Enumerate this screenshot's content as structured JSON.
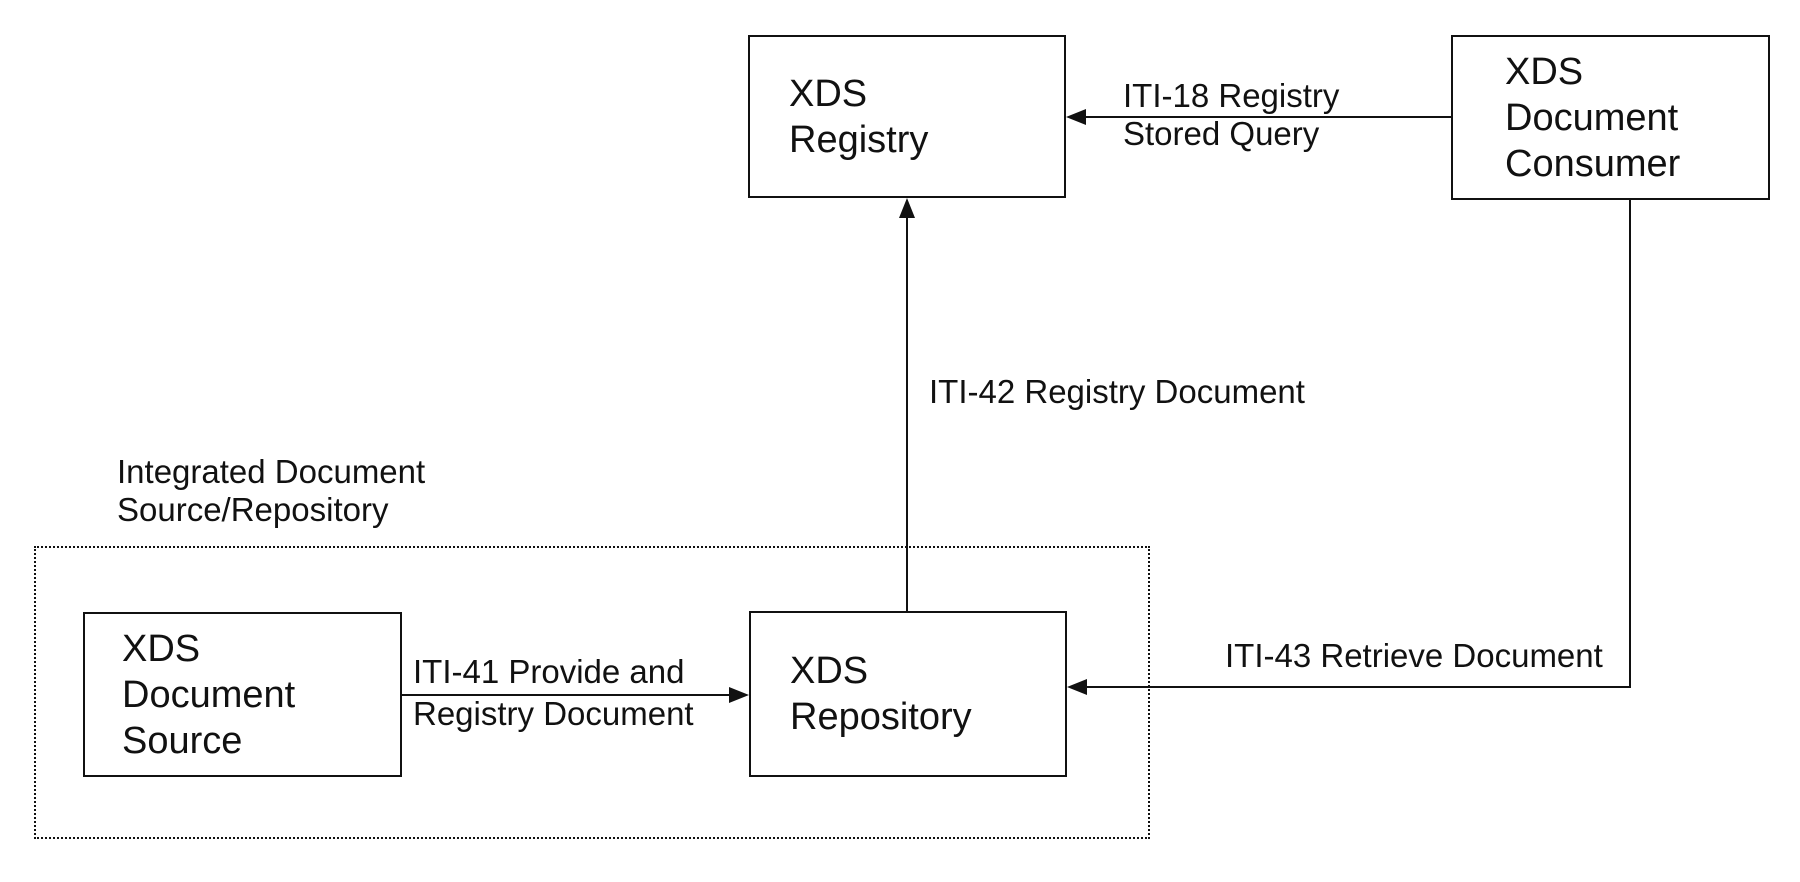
{
  "nodes": {
    "registry": {
      "label": "XDS\nRegistry"
    },
    "consumer": {
      "label": "XDS\nDocument\nConsumer"
    },
    "source": {
      "label": "XDS\nDocument\nSource"
    },
    "repository": {
      "label": "XDS\nRepository"
    }
  },
  "group": {
    "label": "Integrated Document\nSource/Repository"
  },
  "connections": {
    "iti18": {
      "label": "ITI-18 Registry\nStored Query",
      "from": "XDS Document Consumer",
      "to": "XDS Registry"
    },
    "iti42": {
      "label": "ITI-42 Registry Document",
      "from": "XDS Repository",
      "to": "XDS Registry"
    },
    "iti41": {
      "label": "ITI-41 Provide and\nRegistry Document",
      "from": "XDS Document Source",
      "to": "XDS Repository"
    },
    "iti43": {
      "label": "ITI-43 Retrieve Document",
      "from": "XDS Document Consumer",
      "to": "XDS Repository"
    }
  },
  "colors": {
    "line": "#111111",
    "text": "#111111",
    "background": "#ffffff"
  }
}
